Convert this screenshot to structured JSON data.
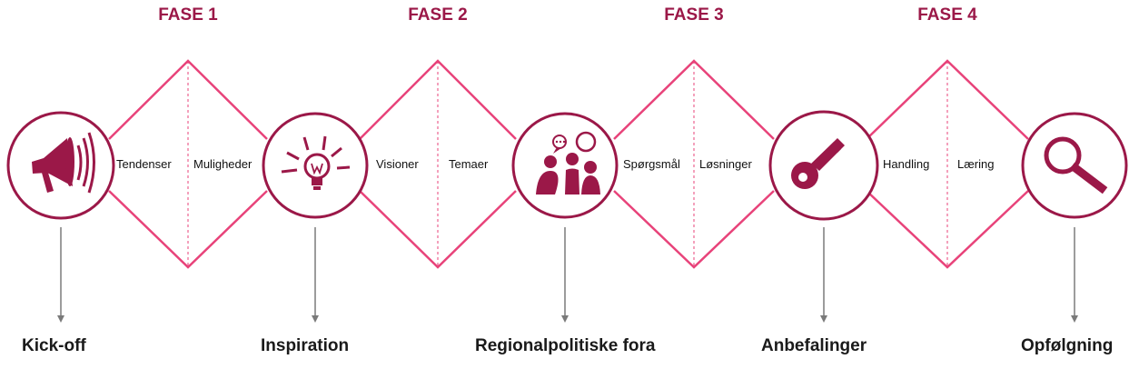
{
  "colors": {
    "accent": "#9b1848",
    "diamond": "#e8437a",
    "arrow": "#7a7a7a"
  },
  "phases": [
    {
      "label": "FASE 1",
      "left_word": "Tendenser",
      "right_word": "Muligheder"
    },
    {
      "label": "FASE 2",
      "left_word": "Visioner",
      "right_word": "Temaer"
    },
    {
      "label": "FASE 3",
      "left_word": "Spørgsmål",
      "right_word": "Løsninger"
    },
    {
      "label": "FASE 4",
      "left_word": "Handling",
      "right_word": "Læring"
    }
  ],
  "steps": [
    {
      "label": "Kick-off",
      "icon": "megaphone-icon"
    },
    {
      "label": "Inspiration",
      "icon": "lightbulb-icon"
    },
    {
      "label": "Regionalpolitiske fora",
      "icon": "people-talking-icon"
    },
    {
      "label": "Anbefalinger",
      "icon": "key-icon"
    },
    {
      "label": "Opfølgning",
      "icon": "magnifier-icon"
    }
  ]
}
